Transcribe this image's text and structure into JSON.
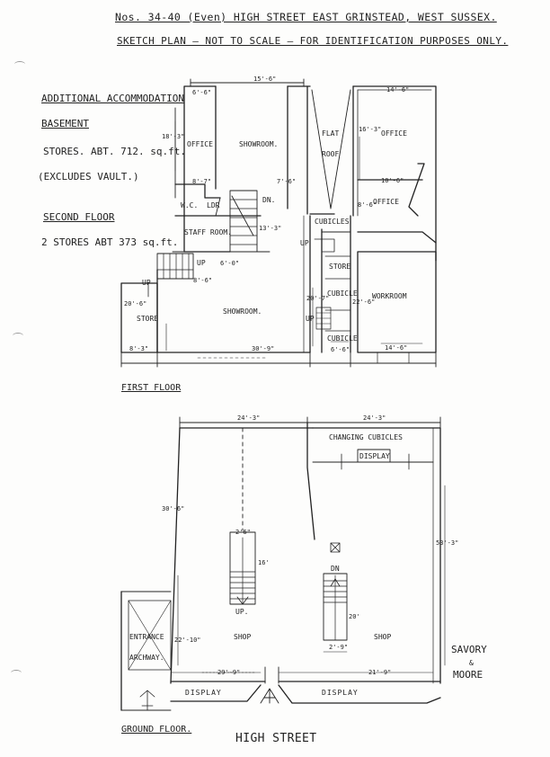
{
  "header": {
    "line1": "Nos. 34-40 (Even)  HIGH STREET  EAST GRINSTEAD, WEST SUSSEX.",
    "line2": "SKETCH PLAN – NOT TO SCALE – FOR IDENTIFICATION PURPOSES ONLY."
  },
  "notes": {
    "heading": "ADDITIONAL ACCOMMODATION",
    "basement_label": "BASEMENT",
    "basement_line1": "STORES. ABT. 712. sq.ft.",
    "basement_line2": "(EXCLUDES VAULT.)",
    "second_floor_label": "SECOND FLOOR",
    "second_floor_line": "2 STORES ABT 373 sq.ft."
  },
  "first_floor": {
    "title": "FIRST FLOOR",
    "rooms": {
      "office_left": "OFFICE",
      "showroom_top": "SHOWROOM.",
      "flat_roof_1": "FLAT",
      "flat_roof_2": "ROOF",
      "office_right": "OFFICE",
      "office_right_lower": "OFFICE",
      "wc": "W.C.",
      "ldr": "LDR",
      "staff_room": "STAFF ROOM.",
      "cubicles": "CUBICLES",
      "store_right": "STORE",
      "cubicle_1": "CUBICLE",
      "cubicle_2": "CUBICLE",
      "workroom": "WORKROOM",
      "store_left": "STORE",
      "showroom_main": "SHOWROOM.",
      "dn": "DN.",
      "up_1": "UP",
      "up_2": "UP",
      "up_3": "UP",
      "up_4": "UP"
    },
    "dims": {
      "d_15_6": "15'-6\"",
      "d_6_6": "6'-6\"",
      "d_18_3": "18'-3\"",
      "d_14_6_top": "14'-6\"",
      "d_16_3": "16'-3\"",
      "d_8_7": "8'-7\"",
      "d_7_6": "7'-6\"",
      "d_10_6": "10'-6\"",
      "d_8_6_off": "8'-6\"",
      "d_13_3": "13'-3\"",
      "d_6_0": "6'-0\"",
      "d_8_6": "8'-6\"",
      "d_20_6": "20'-6\"",
      "d_20_7": "20'-7\"",
      "d_22_6": "22'-6\"",
      "d_8_3": "8'-3\"",
      "d_30_9": "30'-9\"",
      "d_6_6_b": "6'-6\"",
      "d_14_6_b": "14'-6\""
    }
  },
  "ground_floor": {
    "title": "GROUND FLOOR.",
    "rooms": {
      "changing_cubicles": "CHANGING CUBICLES",
      "display_top": "DISPLAY",
      "shop_left": "SHOP",
      "shop_right": "SHOP",
      "entrance_1": "ENTRANCE",
      "entrance_2": "ARCHWAY.",
      "display_left": "DISPLAY",
      "display_right": "DISPLAY",
      "dn": "DN",
      "up": "UP."
    },
    "dims": {
      "d_24_3_a": "24'-3\"",
      "d_24_3_b": "24'-3\"",
      "d_30_6": "30'-6\"",
      "d_53_3": "53'-3\"",
      "d_26": "2'6\"",
      "d_16": "16'",
      "d_20": "20'",
      "d_2_9": "2'-9\"",
      "d_22_10": "22'-10\"",
      "d_29_9": "29'-9\"",
      "d_21_9": "21'-9\""
    },
    "neighbour_1": "SAVORY",
    "neighbour_amp": "&",
    "neighbour_2": "MOORE",
    "street": "HIGH      STREET"
  }
}
